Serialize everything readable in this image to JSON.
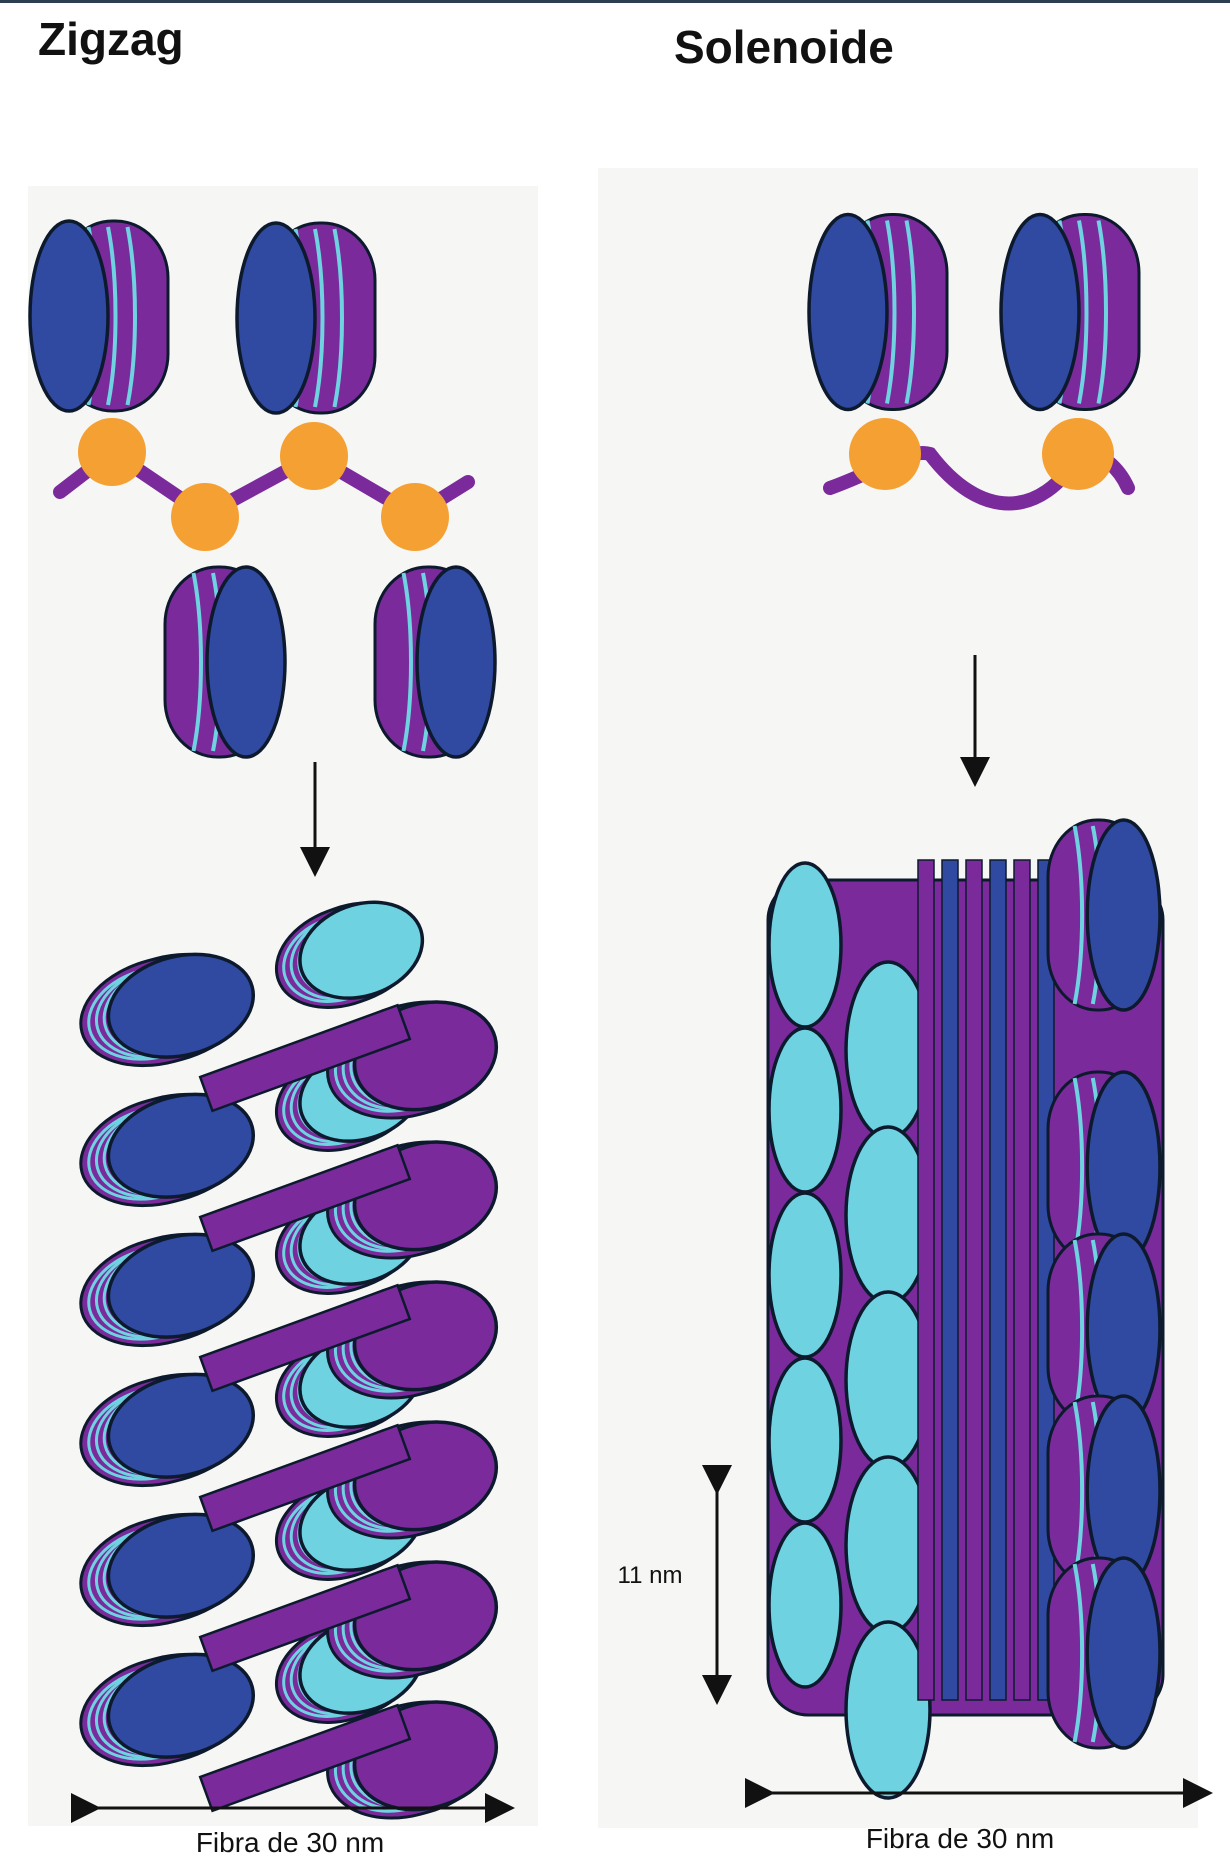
{
  "titles": {
    "left": "Zigzag",
    "right": "Solenoide"
  },
  "labels": {
    "left_width": "Fibra de 30 nm",
    "right_width": "Fibra de 30 nm",
    "scale": "11 nm"
  },
  "colors": {
    "dark_blue": "#2f4aa0",
    "light_blue": "#6fd2e0",
    "purple": "#7b2a9c",
    "orange": "#f5a032",
    "outline": "#0d1a2e",
    "panel": "#f6f6f4"
  }
}
